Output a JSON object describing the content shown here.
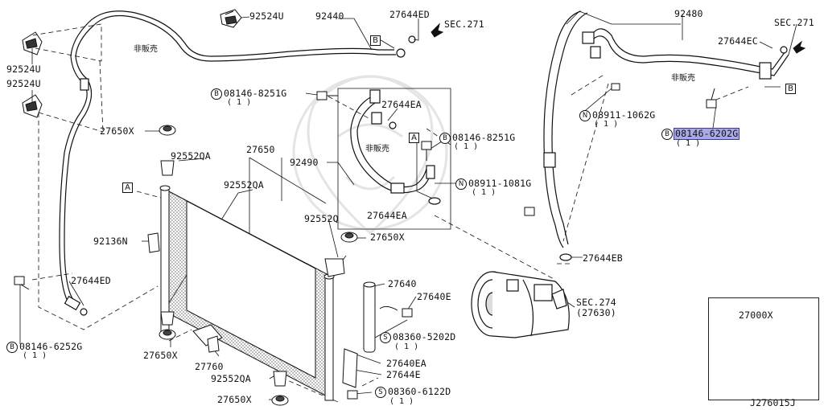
{
  "diagram_id": "J276015J",
  "parts": {
    "p92524U_top": "92524U",
    "p92440": "92440",
    "p27644ED_top": "27644ED",
    "sec271_left": "SEC.271",
    "p92524U_l1": "92524U",
    "p92524U_l2": "92524U",
    "p08146_8251G_a": "08146-8251G",
    "p27644EA_top": "27644EA",
    "p27650X_a": "27650X",
    "p27650": "27650",
    "p92552QA_a": "92552QA",
    "p92490": "92490",
    "p08146_8251G_b": "08146-8251G",
    "p92552QA_b": "92552QA",
    "p08911_1081G": "08911-1081G",
    "p92552Q": "92552Q",
    "p27644EA_bot": "27644EA",
    "p27650X_b": "27650X",
    "p92136N": "92136N",
    "p27644ED_bot": "27644ED",
    "p27640": "27640",
    "p27640E": "27640E",
    "p08360_5202D": "08360-5202D",
    "p08146_6252G": "08146-6252G",
    "p27650X_c": "27650X",
    "p27760": "27760",
    "p27640EA": "27640EA",
    "p27644E": "27644E",
    "p92552QA_c": "92552QA",
    "p08360_6122D": "08360-6122D",
    "p27650X_d": "27650X",
    "p92480": "92480",
    "sec271_right": "SEC.271",
    "p27644EC": "27644EC",
    "p08911_1062G": "08911-1062G",
    "p08146_6202G": "08146-6202G",
    "p27644EB": "27644EB",
    "sec274": "SEC.274",
    "p27630": "(27630)",
    "p27000X": "27000X"
  },
  "qty": {
    "q_8251G_a": "( 1 )",
    "q_8251G_b": "( 1 )",
    "q_1081G": "( 1 )",
    "q_5202D": "( 1 )",
    "q_6252G": "( 1 )",
    "q_6122D": "( 1 )",
    "q_1062G": "( 1 )",
    "q_6202G": "( 1 )"
  },
  "markers": {
    "circle_B": "B",
    "circle_N": "N",
    "circle_S": "S",
    "box_A": "A",
    "box_B": "B"
  },
  "notes": {
    "not_for_sale": "非販売"
  },
  "colors": {
    "highlight": "#a9a9e8",
    "line": "#111111"
  }
}
